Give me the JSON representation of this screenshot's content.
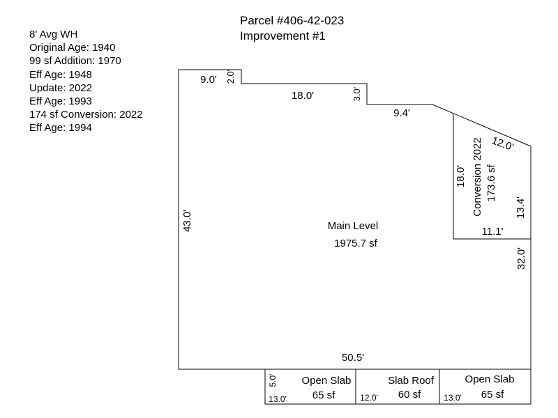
{
  "parcel": {
    "title": "Parcel #406-42-023",
    "subtitle": "Improvement #1"
  },
  "notes": [
    "8' Avg WH",
    "Original Age: 1940",
    "99 sf Addition: 1970",
    "Eff Age: 1948",
    "Update: 2022",
    "Eff Age: 1993",
    "174 sf Conversion: 2022",
    "Eff Age: 1994"
  ],
  "main_level": {
    "label": "Main Level",
    "area": "1975.7 sf",
    "dims": {
      "top_left": "9.0'",
      "step1": "2.0'",
      "top_mid": "18.0'",
      "step2": "3.0'",
      "top_right": "9.4'",
      "left": "43.0'",
      "bottom": "50.5'",
      "right_lower": "32.0'"
    }
  },
  "conversion": {
    "label": "Conversion 2022",
    "area": "173.6 sf",
    "dims": {
      "diag": "12.0'",
      "left": "18.0'",
      "right": "13.4'",
      "bottom": "11.1'"
    }
  },
  "slabs": [
    {
      "label": "Open Slab",
      "area": "65 sf",
      "width": "13.0'",
      "depth": "5.0'"
    },
    {
      "label": "Slab Roof",
      "area": "60 sf",
      "width": "12.0'"
    },
    {
      "label": "Open Slab",
      "area": "65 sf",
      "width": "13.0'"
    }
  ]
}
